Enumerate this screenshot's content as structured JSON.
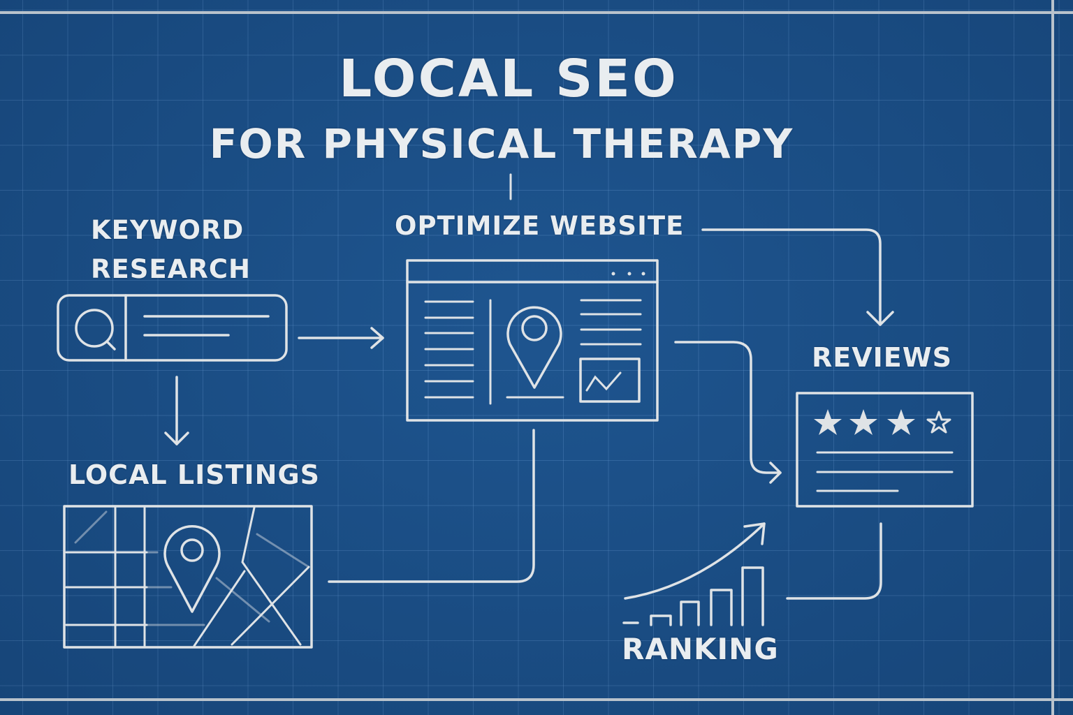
{
  "title": {
    "main": "LOCAL SEO",
    "sub": "FOR PHYSICAL THERAPY"
  },
  "steps": {
    "keyword_research": {
      "line1": "KEYWORD",
      "line2": "RESEARCH",
      "icon": "search-bar-icon"
    },
    "optimize_website": {
      "label": "OPTIMIZE WEBSITE",
      "icon": "website-wireframe-icon"
    },
    "reviews": {
      "label": "REVIEWS",
      "icon": "star-rating-card-icon",
      "stars_filled": 3,
      "stars_total": 4
    },
    "local_listings": {
      "label": "LOCAL LISTINGS",
      "icon": "map-pin-icon"
    },
    "ranking": {
      "label": "RANKING",
      "icon": "bar-chart-trend-icon"
    }
  },
  "colors": {
    "background": "#1b5088",
    "grid": "#4f86c0",
    "line": "#dfe3e6",
    "text": "#e9edf0"
  }
}
